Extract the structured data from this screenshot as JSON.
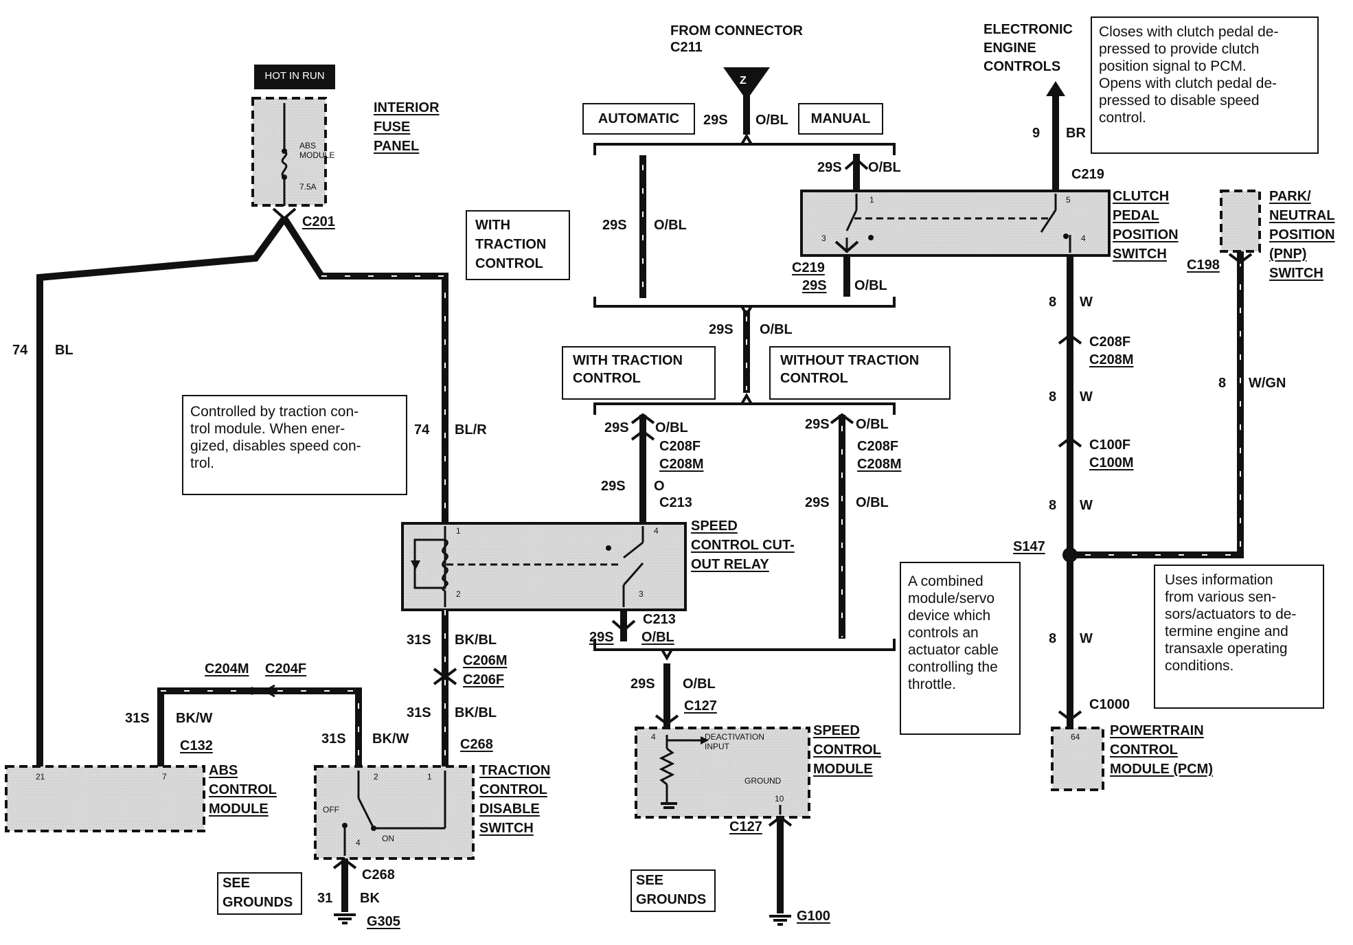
{
  "source": {
    "from_connector": "FROM CONNECTOR\nC211",
    "pin": "Z",
    "wire_num": "29S",
    "wire_color": "O/BL"
  },
  "options": {
    "automatic": "AUTOMATIC",
    "manual": "MANUAL",
    "with_tc": "WITH TRACTION\nCONTROL",
    "without_tc": "WITHOUT TRACTION\nCONTROL",
    "with_tc_feed": "WITH\nTRACTION\nCONTROL",
    "see_grounds": "SEE\nGROUNDS"
  },
  "fuse_panel": {
    "hot": "HOT IN RUN",
    "fuse_name": "ABS\nMODULE",
    "fuse_rating": "7.5A",
    "name": "INTERIOR\nFUSE\nPANEL",
    "connector": "C201"
  },
  "components": {
    "clutch_switch": "CLUTCH\nPEDAL\nPOSITION\nSWITCH",
    "pnp_switch": "PARK/\nNEUTRAL\nPOSITION\n(PNP)\nSWITCH",
    "cutout_relay": "SPEED\nCONTROL CUT-\nOUT RELAY",
    "abs_module": "ABS\nCONTROL\nMODULE",
    "tc_switch": "TRACTION\nCONTROL\nDISABLE\nSWITCH",
    "sc_module": "SPEED\nCONTROL\nMODULE",
    "pcm": "POWERTRAIN\nCONTROL\nMODULE (PCM)",
    "eec": "ELECTRONIC\nENGINE\nCONTROLS"
  },
  "notes": {
    "clutch": "Closes with clutch pedal de-\npressed to provide clutch\nposition signal to PCM.\nOpens with clutch pedal de-\npressed to disable speed\ncontrol.",
    "relay": "Controlled by traction con-\ntrol module. When ener-\ngized, disables speed con-\ntrol.",
    "module": "A combined\nmodule/servo\ndevice which\ncontrols an\nactuator cable\ncontrolling the\nthrottle.",
    "pcm": "Uses information\nfrom various sen-\nsors/actuators to de-\ntermine engine and\ntransaxle operating\nconditions."
  },
  "wires": {
    "n9": "9",
    "br": "BR",
    "n8": "8",
    "w": "W",
    "wgn": "W/GN",
    "n74": "74",
    "bl": "BL",
    "blr": "BL/R",
    "n31s": "31S",
    "bkbl": "BK/BL",
    "bkw": "BK/W",
    "n31": "31",
    "bk": "BK",
    "o": "O"
  },
  "connectors": {
    "c219": "C219",
    "c198": "C198",
    "c208f": "C208F",
    "c208m": "C208M",
    "c100f": "C100F",
    "c100m": "C100M",
    "s147": "S147",
    "c1000": "C1000",
    "c213": "C213",
    "c206m": "C206M",
    "c206f": "C206F",
    "c204m": "C204M",
    "c204f": "C204F",
    "c132": "C132",
    "c268": "C268",
    "c127": "C127",
    "g305": "G305",
    "g100": "G100"
  },
  "pins": {
    "p1": "1",
    "p2": "2",
    "p3": "3",
    "p4": "4",
    "p5": "5",
    "p7": "7",
    "p10": "10",
    "p21": "21",
    "p64": "64"
  },
  "switch_labels": {
    "off": "OFF",
    "on": "ON",
    "deactivation": "DEACTIVATION\nINPUT",
    "ground": "GROUND"
  }
}
